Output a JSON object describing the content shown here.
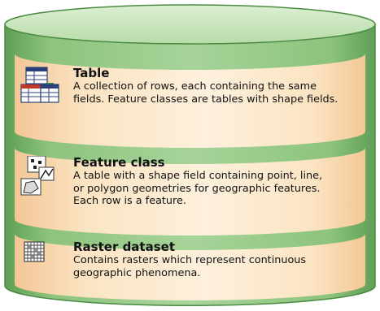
{
  "items": [
    {
      "title": "Table",
      "description": "A collection of rows, each containing the same\nfields. Feature classes are tables with shape fields.",
      "icon": "table-icon"
    },
    {
      "title": "Feature class",
      "description": "A table with a shape field containing point, line,\nor polygon geometries for geographic features.\nEach row is a feature.",
      "icon": "feature-class-icon"
    },
    {
      "title": "Raster dataset",
      "description": "Contains rasters which represent continuous\ngeographic phenomena.",
      "icon": "raster-icon"
    }
  ],
  "colors": {
    "cylinder_green": "#7fb872",
    "band_cream": "#fbe6c4",
    "band_peach": "#f5cfa3"
  }
}
